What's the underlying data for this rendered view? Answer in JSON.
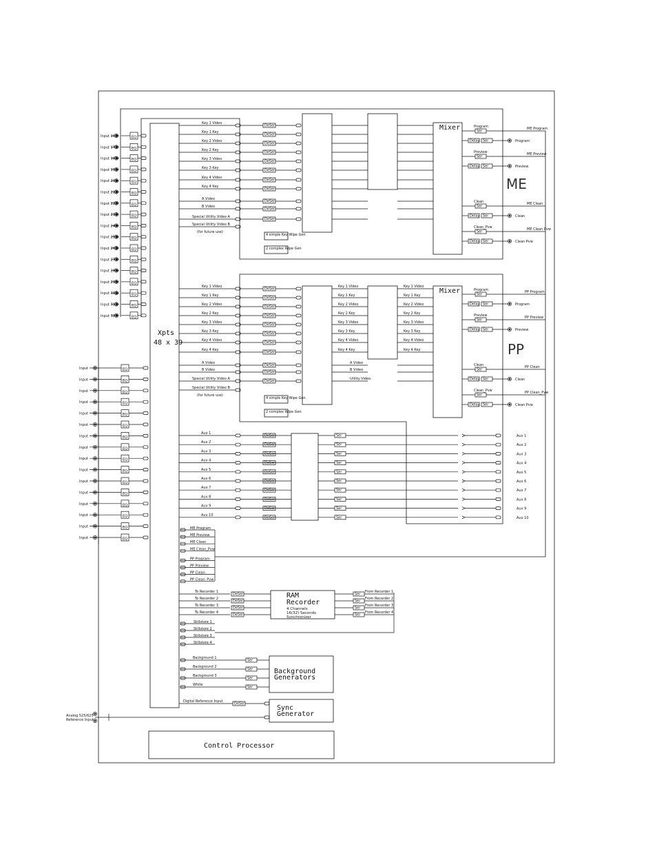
{
  "me": {
    "title": "ME",
    "mixer": "Mixer",
    "inputs": [
      "Key 1 Video",
      "Key 1 Key",
      "Key 2 Video",
      "Key 2 Key",
      "Key 3 Video",
      "Key 3 Key",
      "Key 4 Video",
      "Key 4 Key",
      "A Video",
      "B Video",
      "Special Utility Video A",
      "Special Utility Video B"
    ],
    "future_note": "(for future use)",
    "outputs": [
      "Program",
      "Preview",
      "Clean",
      "Clean Pvw"
    ],
    "right_labels": [
      "ME Program",
      "ME Preview",
      "ME Clean",
      "ME Clean Pvw"
    ],
    "top_labels": [
      "Program",
      "Preview",
      "Clean",
      "Clean_Pvw"
    ]
  },
  "pp": {
    "title": "PP",
    "mixer": "Mixer",
    "inputs": [
      "Key 1 Video",
      "Key 1 Key",
      "Key 2 Video",
      "Key 2 Key",
      "Key 3 Video",
      "Key 3 Key",
      "Key 4 Video",
      "Key 4 Key",
      "A Video",
      "B Video",
      "Special Utility Video A",
      "Special Utility Video B"
    ],
    "future_note": "(for future use)",
    "mid_labels": [
      "Key 1 Video",
      "Key 1 Key",
      "Key 2 Video",
      "Key 2 Key",
      "Key 3 Video",
      "Key 3 Key",
      "Key 4 Video",
      "Key 4 Key",
      "A Video",
      "B Video",
      "Utility Video"
    ],
    "outputs": [
      "Program",
      "Preview",
      "Clean",
      "Clean Pvw"
    ],
    "right_labels": [
      "PP Program",
      "PP Preview",
      "PP Clean",
      "PP Clean_Pvw"
    ],
    "top_labels": [
      "Program",
      "Preview",
      "Clean",
      "Clean_Pvw"
    ]
  },
  "blocks": {
    "deser": "DeSer",
    "ser": "Ser",
    "eq": "EQ",
    "delay": "Delay",
    "simple_wipe": "4 simple Key Wipe Gen",
    "complex_wipe": "2 complex Wipe Gen"
  },
  "xpts": {
    "line1": "Xpts",
    "line2": "48 x 39"
  },
  "input_label": "Input",
  "top_inputs": [
    "Input 16",
    "Input 17",
    "Input 18",
    "Input 19",
    "Input 20",
    "Input 21",
    "Input 22",
    "Input 23",
    "Input 24",
    "Input 25",
    "Input 26",
    "Input 27",
    "Input 28",
    "Input 29",
    "Input 30",
    "Input 31",
    "Input 32"
  ],
  "aux": [
    "Aux 1",
    "Aux 2",
    "Aux 3",
    "Aux 4",
    "Aux 5",
    "Aux 6",
    "Aux 7",
    "Aux 8",
    "Aux 9",
    "Aux 10"
  ],
  "bus": [
    "ME Program",
    "ME Preview",
    "ME Clean",
    "ME Clean_Pvw",
    "PP Program",
    "PP Preview",
    "PP Clean",
    "PP Clean_Pvw"
  ],
  "recorder": {
    "to": [
      "To Recorder 1",
      "To Recorder 2",
      "To Recorder 3",
      "To Recorder 4"
    ],
    "from": [
      "From Recorder 1",
      "From Recorder 2",
      "From Recorder 3",
      "From Recorder 4"
    ],
    "title1": "RAM",
    "title2": "Recorder",
    "sub1": "4 Channels",
    "sub2": "16(32) Seconds",
    "sub3": "Synchronizer"
  },
  "stillstore": [
    "Stillstore 1",
    "Stillstore 2",
    "Stillstore 3",
    "Stillstore 4"
  ],
  "background": {
    "inputs": [
      "Background 1",
      "Background 2",
      "Background 3",
      "White"
    ],
    "title1": "Background",
    "title2": "Generators"
  },
  "sync": {
    "digital_ref": "Digital Reference Input",
    "title1": "Sync",
    "title2": "Generator",
    "analog1": "Analog 525/625",
    "analog2": "Reference Input"
  },
  "control": "Control Processor"
}
